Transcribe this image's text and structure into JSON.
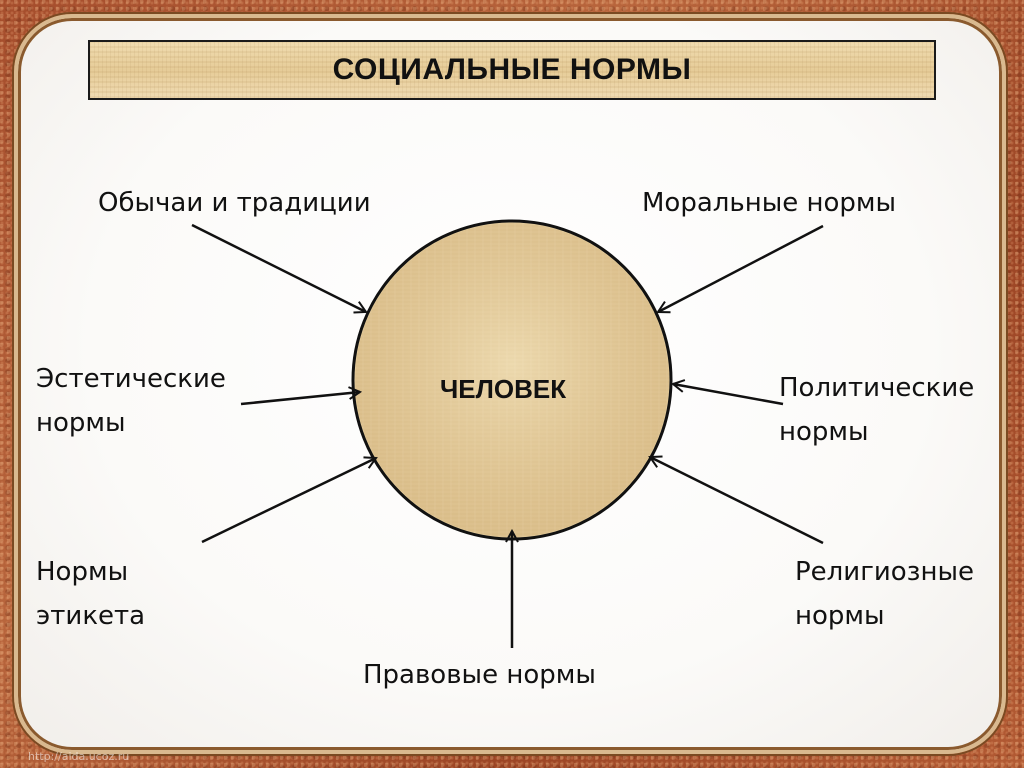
{
  "title": "СОЦИАЛЬНЫЕ НОРМЫ",
  "center": "ЧЕЛОВЕК",
  "labels": {
    "customs": "Обычаи и традиции",
    "moral": "Моральные нормы",
    "aesthetic_l1": "Эстетические",
    "aesthetic_l2": "нормы",
    "political_l1": "Политические",
    "political_l2": "нормы",
    "etiquette_l1": "Нормы",
    "etiquette_l2": "этикета",
    "religious_l1": "Религиозные",
    "religious_l2": "нормы",
    "legal": "Правовые нормы"
  },
  "watermark": "http://aida.ucoz.ru",
  "colors": {
    "background": "#a54d2c",
    "circle_fill": "#e8d3a6",
    "title_fill": "#ecd6a8",
    "stroke": "#111111"
  }
}
